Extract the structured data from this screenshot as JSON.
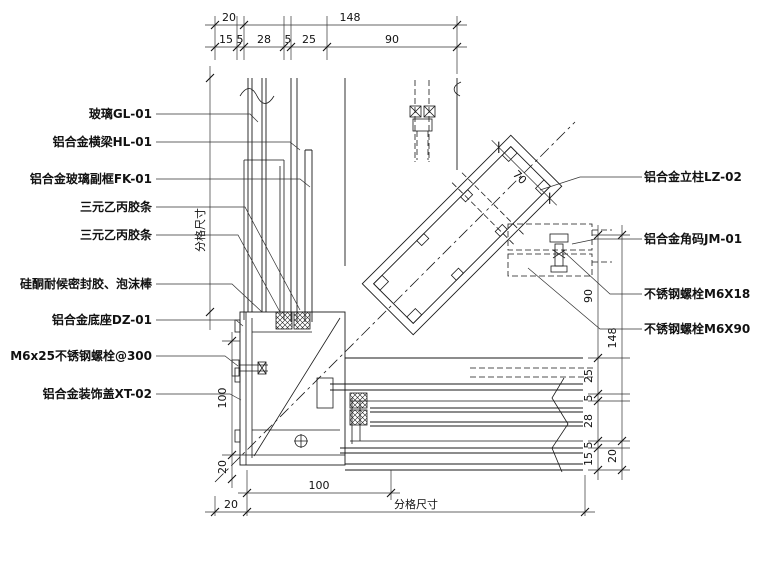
{
  "drawing": {
    "title": "curtain-wall-corner-detail",
    "labels_left": [
      "玻璃GL-01",
      "铝合金横梁HL-01",
      "铝合金玻璃副框FK-01",
      "三元乙丙胶条",
      "三元乙丙胶条",
      "硅酮耐候密封胶、泡沫棒",
      "铝合金底座DZ-01",
      "M6x25不锈钢螺栓@300",
      "铝合金装饰盖XT-02"
    ],
    "labels_right": [
      "铝合金立柱LZ-02",
      "铝合金角码JM-01",
      "不锈钢螺栓M6X18",
      "不锈钢螺栓M6X90"
    ],
    "dims": {
      "top_outer": [
        "20",
        "148"
      ],
      "top_inner": [
        "15",
        "5",
        "28",
        "5",
        "25",
        "90"
      ],
      "column_width": "70",
      "right_inner": [
        "90",
        "25",
        "5",
        "28",
        "5",
        "15"
      ],
      "right_outer": [
        "148",
        "20"
      ],
      "left_grid": "分格尺寸",
      "left_inner": [
        "100",
        "20"
      ],
      "bottom_inner": "100",
      "bottom_outer": [
        "20",
        "分格尺寸"
      ]
    },
    "colors": {
      "line": "#1a1a1a",
      "background": "#ffffff"
    }
  }
}
